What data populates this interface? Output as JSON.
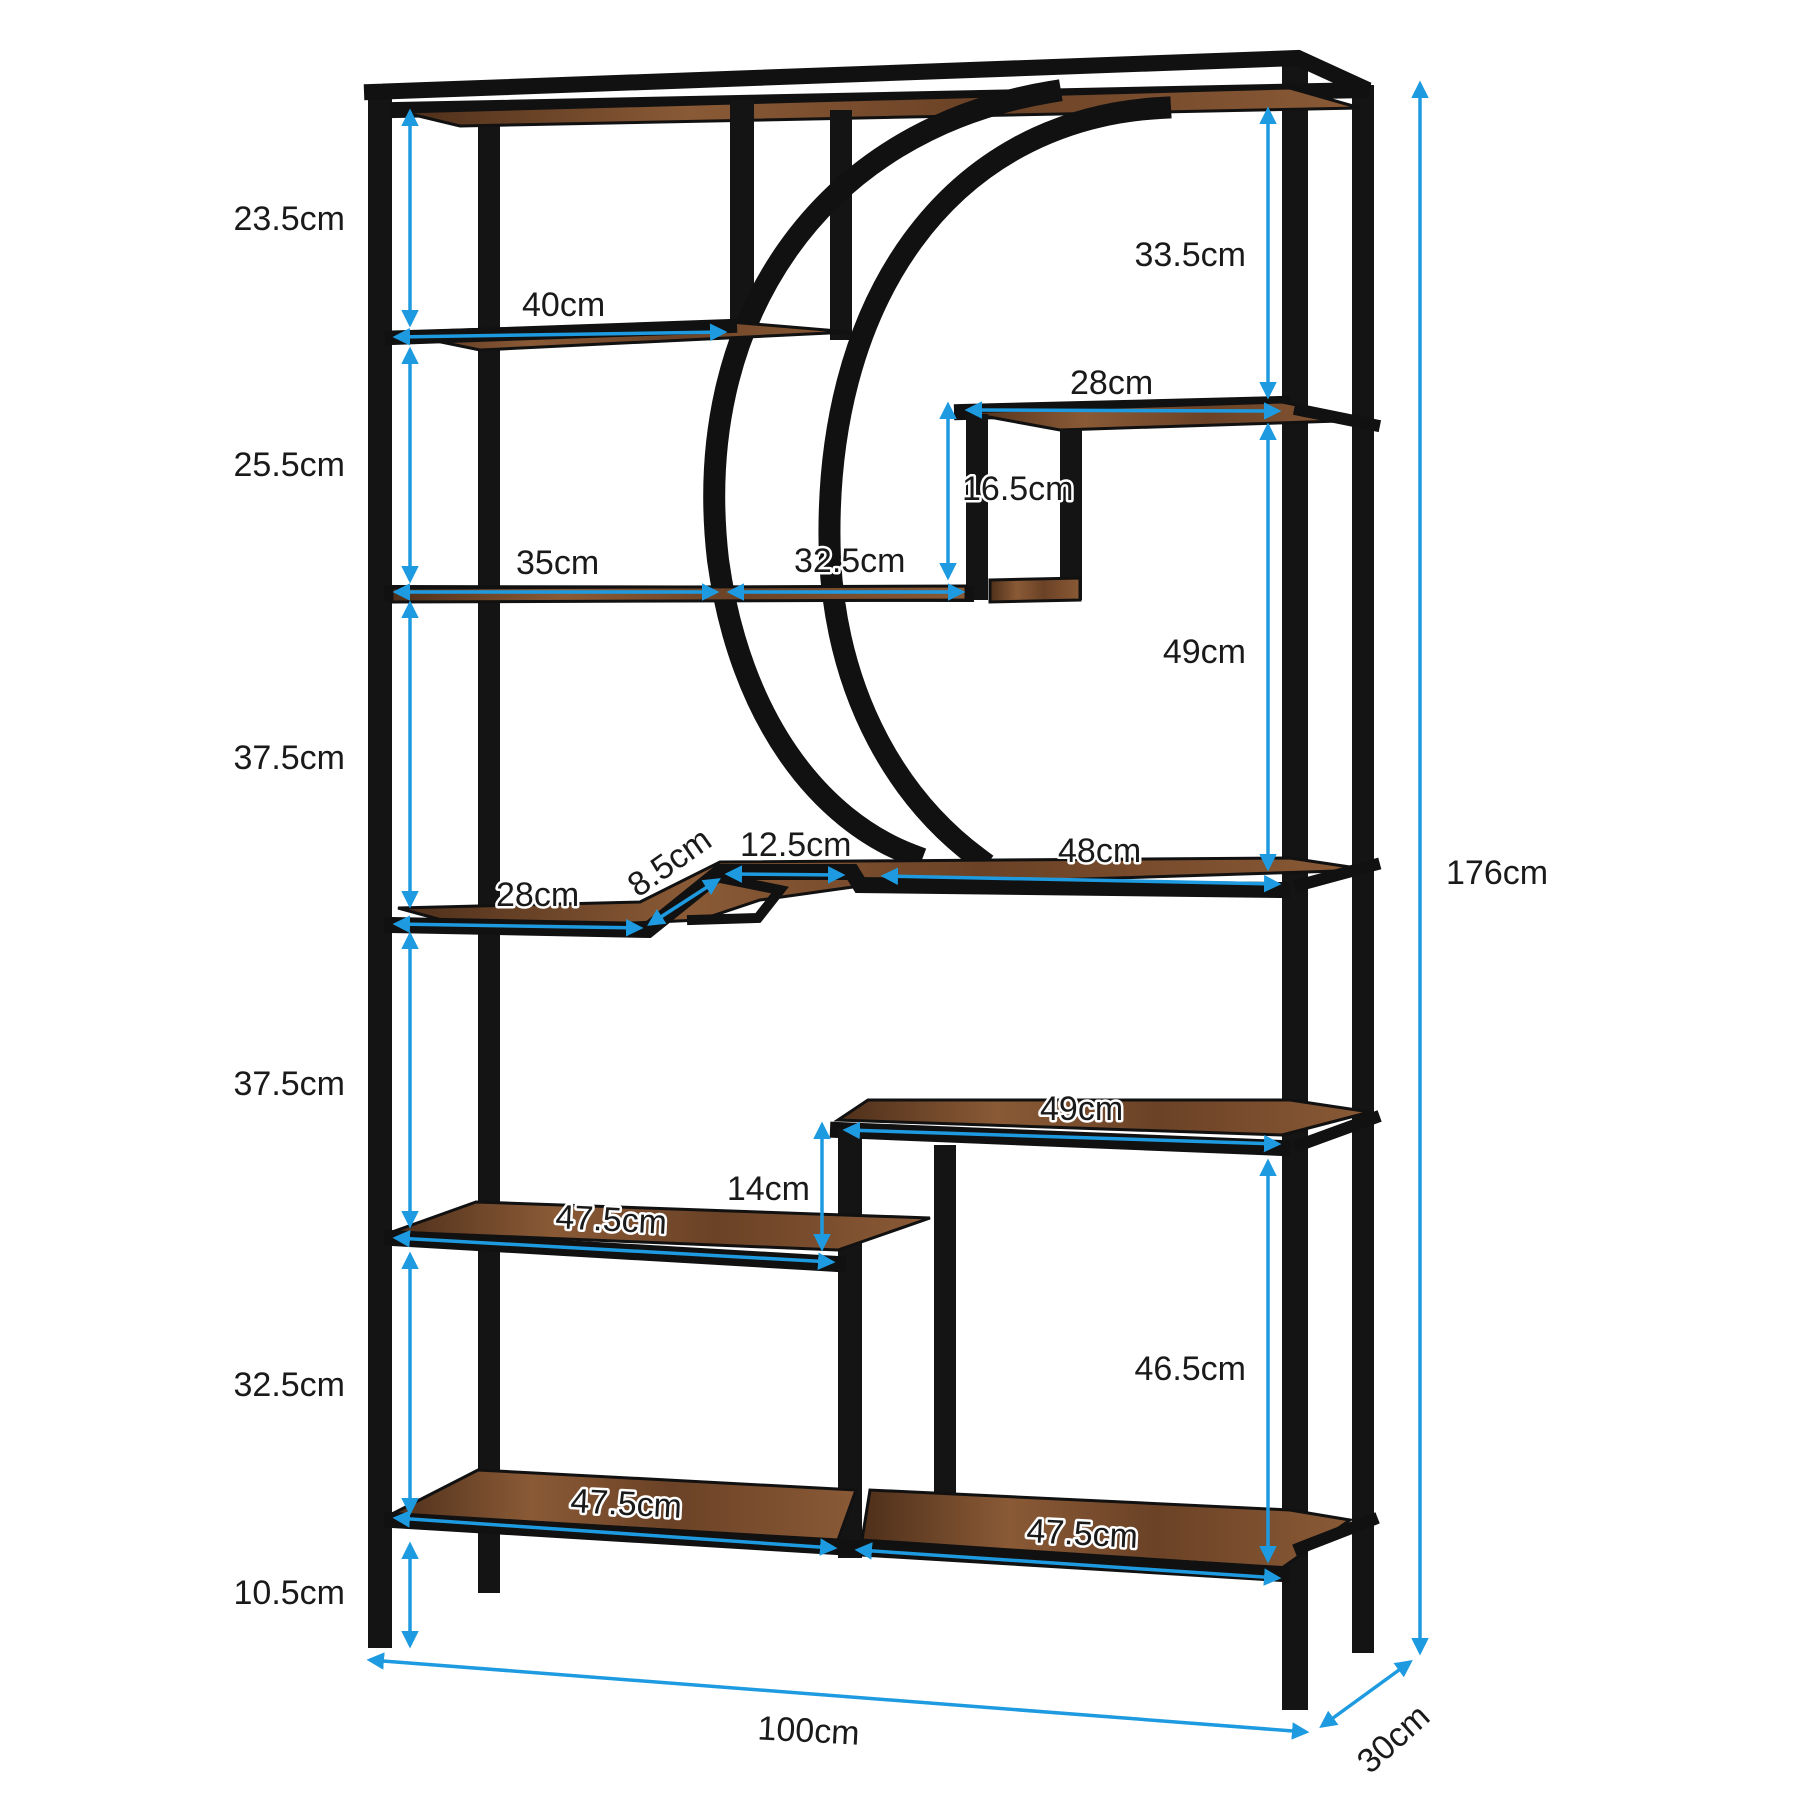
{
  "colors": {
    "frame": "#111111",
    "wood_light": "#8a5a36",
    "wood_dark": "#4e2f1a",
    "dimension_arrow": "#1e9be0",
    "text": "#1a1a1a"
  },
  "left_heights": {
    "h1": "23.5cm",
    "h2": "25.5cm",
    "h3": "37.5cm",
    "h4": "37.5cm",
    "h5": "32.5cm",
    "h6": "10.5cm"
  },
  "right_heights": {
    "h1": "33.5cm",
    "h2": "16.5cm",
    "h3": "49cm",
    "h4": "14cm",
    "h5": "46.5cm"
  },
  "shelf_widths": {
    "top_left": "40cm",
    "top_right": "28cm",
    "mid_left": "35cm",
    "mid_center": "32.5cm",
    "step_left": "28cm",
    "step_diag": "8.5cm",
    "step_center": "12.5cm",
    "step_right": "48cm",
    "low_right": "49cm",
    "low_left": "47.5cm",
    "bottom_left": "47.5cm",
    "bottom_right": "47.5cm"
  },
  "overall": {
    "width": "100cm",
    "depth": "30cm",
    "height": "176cm"
  }
}
